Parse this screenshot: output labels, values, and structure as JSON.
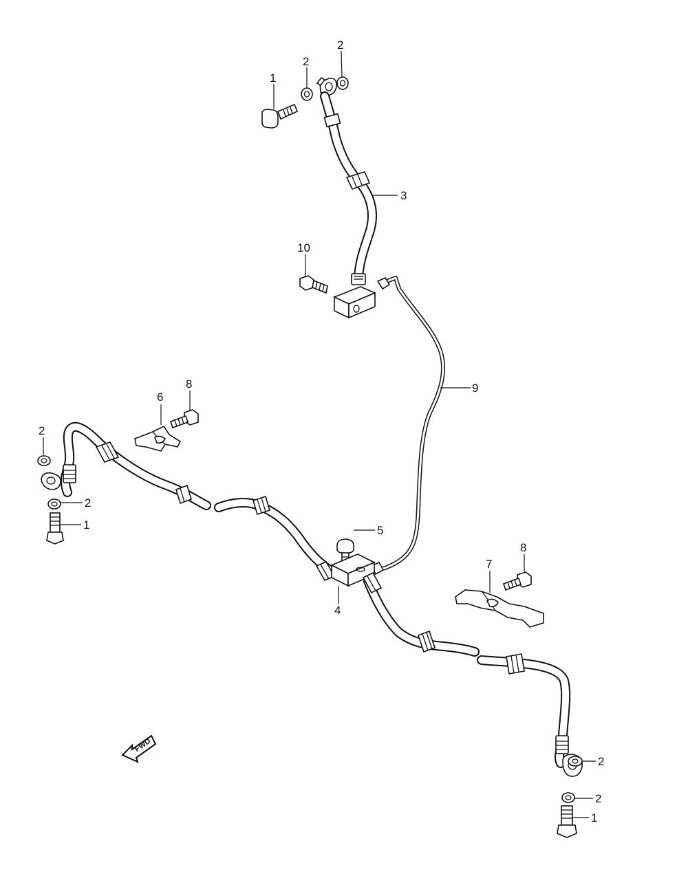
{
  "callouts": {
    "c1_top": "1",
    "c2_top_a": "2",
    "c2_top_b": "2",
    "c3": "3",
    "c10": "10",
    "c9": "9",
    "c6": "6",
    "c8_left": "8",
    "c2_left_a": "2",
    "c2_left_b": "2",
    "c1_left": "1",
    "c5": "5",
    "c4": "4",
    "c7": "7",
    "c8_right": "8",
    "c2_right_a": "2",
    "c2_right_b": "2",
    "c1_right": "1"
  },
  "fwd_label": "FWD"
}
